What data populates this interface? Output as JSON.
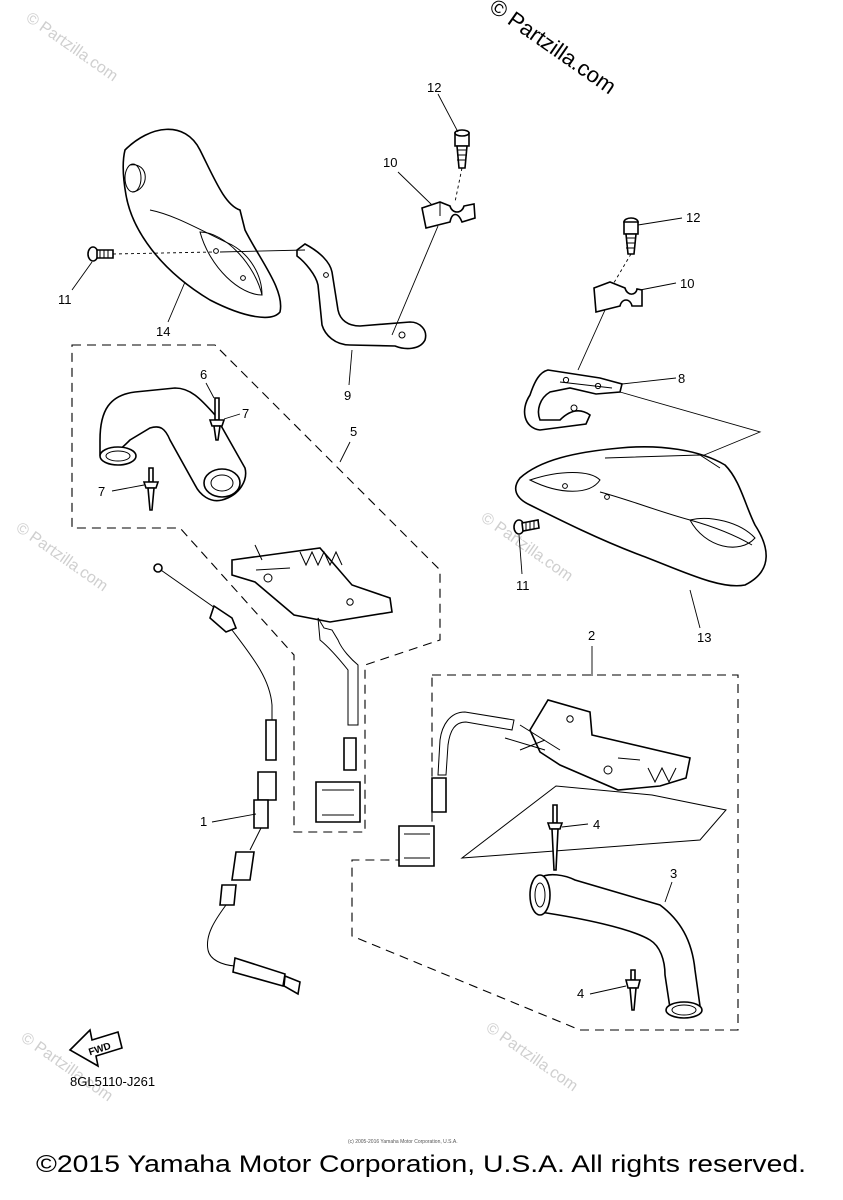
{
  "watermark_main": "© Partzilla.com",
  "watermark_faint": "© Partzilla.com",
  "diagram_code": "8GL5110-J261",
  "fwd_label": "FWD",
  "copyright": "©2015 Yamaha Motor Corporation, U.S.A. All rights reserved.",
  "small_copyright": "(c) 2005-2016 Yamaha Motor Corporation, U.S.A.",
  "callouts": {
    "c1": "1",
    "c2": "2",
    "c3": "3",
    "c4a": "4",
    "c4b": "4",
    "c5": "5",
    "c6": "6",
    "c7a": "7",
    "c7b": "7",
    "c8": "8",
    "c9": "9",
    "c10a": "10",
    "c10b": "10",
    "c11a": "11",
    "c11b": "11",
    "c12a": "12",
    "c12b": "12",
    "c13": "13",
    "c14": "14"
  }
}
